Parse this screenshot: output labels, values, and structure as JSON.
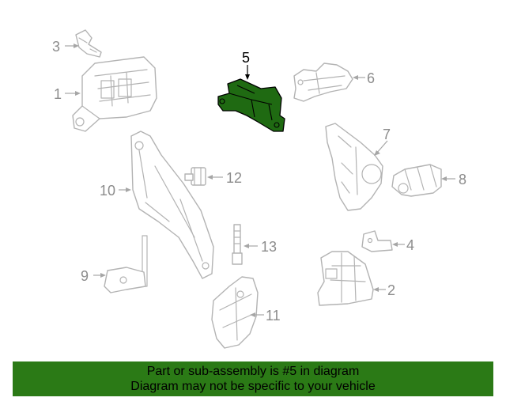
{
  "callouts": {
    "c1": "1",
    "c2": "2",
    "c3": "3",
    "c4": "4",
    "c5": "5",
    "c6": "6",
    "c7": "7",
    "c8": "8",
    "c9": "9",
    "c10": "10",
    "c11": "11",
    "c12": "12",
    "c13": "13"
  },
  "highlighted_part": "5",
  "banner": {
    "line1": "Part or sub-assembly is #5 in diagram",
    "line2": "Diagram may not be specific to your vehicle"
  },
  "colors": {
    "highlight": "#1f6a12",
    "banner": "#2b7a16",
    "part_line": "#b3b3b3",
    "label": "#8c8c8c"
  }
}
